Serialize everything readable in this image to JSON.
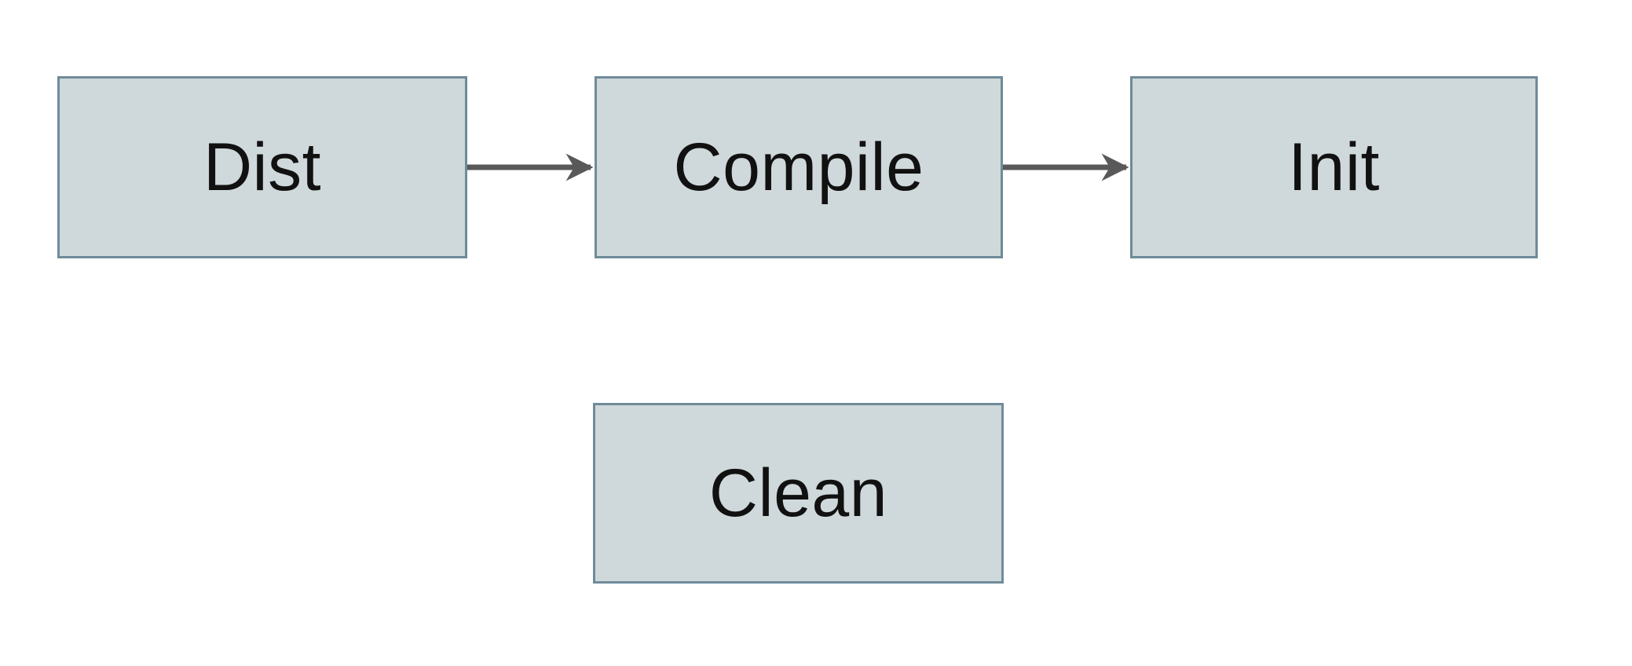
{
  "diagram": {
    "title": "build-targets-flow",
    "nodes": [
      {
        "id": "dist",
        "label": "Dist"
      },
      {
        "id": "compile",
        "label": "Compile"
      },
      {
        "id": "init",
        "label": "Init"
      },
      {
        "id": "clean",
        "label": "Clean"
      }
    ],
    "edges": [
      {
        "from": "dist",
        "to": "compile",
        "direction": "right"
      },
      {
        "from": "compile",
        "to": "init",
        "direction": "right"
      }
    ],
    "colors": {
      "background": "#ffffff",
      "node_fill": "#cfd8da",
      "node_border": "#6f8b99",
      "arrow": "#595959",
      "label_text": "#111111"
    }
  }
}
